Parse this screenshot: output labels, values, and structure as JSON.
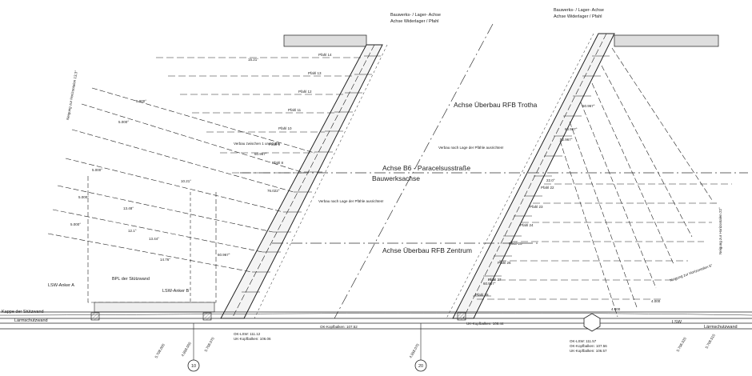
{
  "axis_labels": {
    "bauwerk_axis_left": "Bauwerks- / Lager- Achse",
    "widerlager_left": "Achse Widerlager / Pfahl",
    "bauwerk_axis_right": "Bauwerks- / Lager- Achse",
    "widerlager_right": "Achse Widerlager / Pfahl",
    "trotha": "Achse Überbau RFB Trotha",
    "b6": "Achse B6 - Paracelsusstraße",
    "bauwerksachse": "Bauwerksachse",
    "zentrum": "Achse Überbau RFB Zentrum"
  },
  "pfahl_left": [
    "Pfahl 14",
    "Pfahl 13",
    "Pfahl 12",
    "Pfahl 11",
    "Pfahl 10",
    "Pfahl 9",
    "Pfahl 8"
  ],
  "pfahl_right": [
    "Pfahl 22",
    "Pfahl 23",
    "Pfahl 24",
    "Pfahl 25",
    "Pfahl 26",
    "Pfahl 27",
    "Pfahl 28"
  ],
  "annotations": {
    "verbau_left": "Verbau nach Lage der Pfähle ausrichten!",
    "verbau_right": "Verbau nach Lage der Pfähle ausrichten!",
    "verbau_between": "Verbau zwischen 1 und 2 B4",
    "bpl": "BPL der Stützwand",
    "lsw_anker_a": "LSW-Anker A",
    "lsw_anker_b": "LSW-Anker B",
    "kappe": "Kappe der Stützwand",
    "laermschutz_left": "Lärmschutzwand",
    "laermschutz_right": "Lärmschutzwand",
    "lsw": "LSW",
    "ok_kopfbalken": "OK-Kopfbalken: 107.52",
    "uk_kopfbalken_right": "UK-Kopfbalken: 106.44",
    "left_levels": [
      "OK-LSW: 111.12",
      "UK-Kopfbalken: 106.06"
    ],
    "right_levels": [
      "OK-LSW: 111.57",
      "OK-Kopfbalken: 107.56",
      "UK-Kopfbalken: 106.57"
    ],
    "neigung_left": "Neigung zur Horizontalen 13,3°",
    "neigung_right": "Neigung zur Horizontalen 22°",
    "neigung_right_low": "Neigung zur Horizontalen 6°"
  },
  "angles_left": [
    "5.000°",
    "5.000°",
    "5.000°",
    "5.000°",
    "5.000°"
  ],
  "angle_labels_left": [
    "15.21°",
    "60.967°",
    "76.022°",
    "60.967°",
    "10.21°",
    "13.44°",
    "14.76°",
    "13.48°",
    "12.1°"
  ],
  "angle_labels_right": [
    "22.0°",
    "60.967°",
    "60.967°",
    "52.967°",
    "60.967°"
  ],
  "dims_right": [
    "4.000",
    "4.000"
  ],
  "stations": [
    "5.708.000",
    "4.858.000",
    "5.708.070",
    "4.858.070",
    "5.706.520",
    "5.708.515"
  ],
  "circled": [
    "10",
    "20"
  ]
}
